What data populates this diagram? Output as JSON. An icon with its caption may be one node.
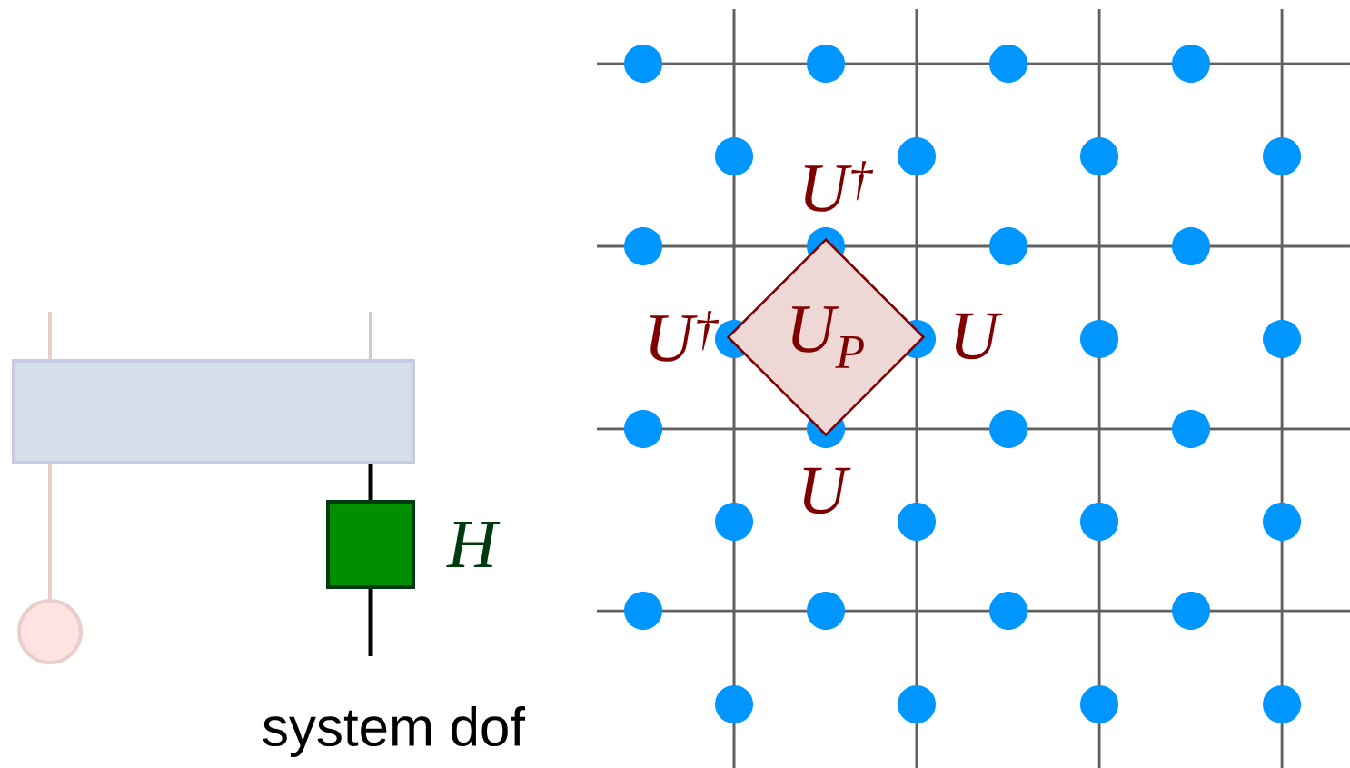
{
  "diagram": {
    "nodes": [
      {
        "text": [],
        "shape": "box"
      },
      {
        "text": [],
        "shape": "circle"
      },
      {
        "text": [],
        "shape": "box",
        "beside": [
          "H"
        ]
      },
      {
        "text": [
          "U$_{P}$"
        ]
      }
    ],
    "edges": [
      {
        "from": null,
        "to": 0,
        "arrow": "none",
        "color": "#e8cdc9"
      },
      {
        "from": null,
        "to": 0,
        "arrow": "none",
        "color": "#cccccc"
      },
      {
        "from": 0,
        "to": 1,
        "arrow": "none",
        "color": "#e8cdc9"
      },
      {
        "from": 0,
        "to": 2,
        "arrow": "none",
        "color": "#000000"
      },
      {
        "from": 2,
        "to": null,
        "arrow": "none",
        "color": "#000000"
      }
    ],
    "labels": [
      "U$^{†}$",
      "U$^{†}$",
      "U",
      "U",
      "system dof"
    ]
  }
}
